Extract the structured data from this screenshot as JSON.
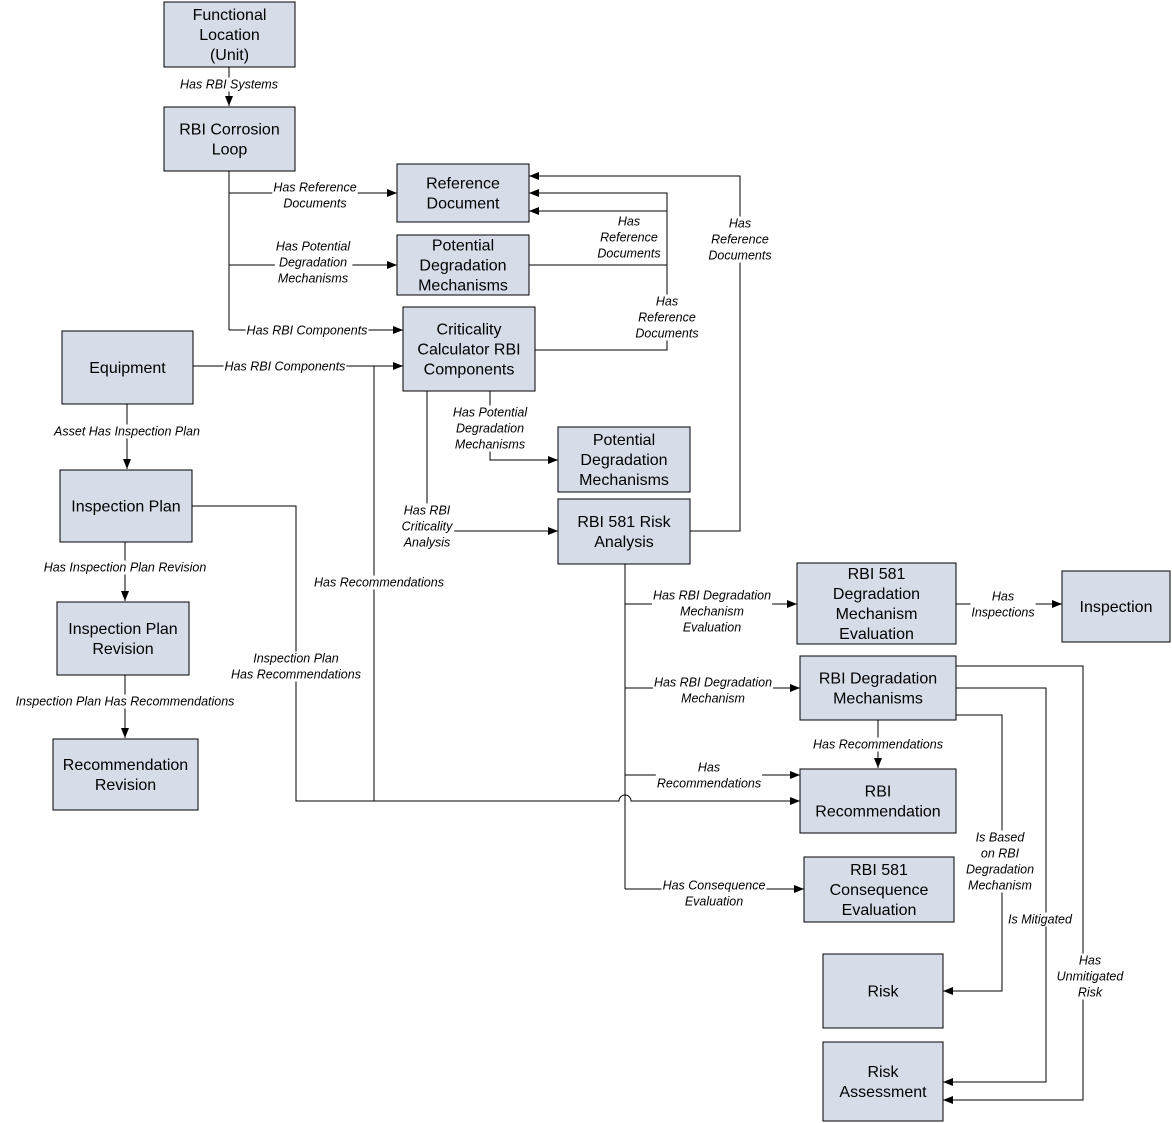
{
  "colors": {
    "box_fill": "#d6dde8",
    "stroke": "#000000",
    "background": "#ffffff"
  },
  "nodes": {
    "functional_location": {
      "lines": [
        "Functional",
        "Location",
        "(Unit)"
      ]
    },
    "rbi_corrosion_loop": {
      "lines": [
        "RBI Corrosion",
        "Loop"
      ]
    },
    "reference_document": {
      "lines": [
        "Reference",
        "Document"
      ]
    },
    "potential_degradation_mechanisms_1": {
      "lines": [
        "Potential",
        "Degradation",
        "Mechanisms"
      ]
    },
    "criticality_calculator": {
      "lines": [
        "Criticality",
        "Calculator RBI",
        "Components"
      ]
    },
    "equipment": {
      "lines": [
        "Equipment"
      ]
    },
    "potential_degradation_mechanisms_2": {
      "lines": [
        "Potential",
        "Degradation",
        "Mechanisms"
      ]
    },
    "inspection_plan": {
      "lines": [
        "Inspection Plan"
      ]
    },
    "rbi_581_risk_analysis": {
      "lines": [
        "RBI 581 Risk",
        "Analysis"
      ]
    },
    "inspection_plan_revision": {
      "lines": [
        "Inspection Plan",
        "Revision"
      ]
    },
    "rbi_581_dm_evaluation": {
      "lines": [
        "RBI 581",
        "Degradation",
        "Mechanism",
        "Evaluation"
      ]
    },
    "inspection": {
      "lines": [
        "Inspection"
      ]
    },
    "rbi_degradation_mechanisms": {
      "lines": [
        "RBI Degradation",
        "Mechanisms"
      ]
    },
    "recommendation_revision": {
      "lines": [
        "Recommendation",
        "Revision"
      ]
    },
    "rbi_recommendation": {
      "lines": [
        "RBI",
        "Recommendation"
      ]
    },
    "rbi_581_consequence_evaluation": {
      "lines": [
        "RBI 581",
        "Consequence",
        "Evaluation"
      ]
    },
    "risk": {
      "lines": [
        "Risk"
      ]
    },
    "risk_assessment": {
      "lines": [
        "Risk",
        "Assessment"
      ]
    }
  },
  "edges": {
    "has_rbi_systems": {
      "lines": [
        "Has RBI Systems"
      ]
    },
    "loop_has_reference_documents": {
      "lines": [
        "Has Reference",
        "Documents"
      ]
    },
    "loop_has_potential_degradation_mechanisms": {
      "lines": [
        "Has Potential",
        "Degradation",
        "Mechanisms"
      ]
    },
    "loop_has_rbi_components": {
      "lines": [
        "Has RBI Components"
      ]
    },
    "equipment_has_rbi_components": {
      "lines": [
        "Has RBI Components"
      ]
    },
    "pdm_has_reference_documents": {
      "lines": [
        "Has",
        "Reference",
        "Documents"
      ]
    },
    "criticality_has_reference_documents": {
      "lines": [
        "Has",
        "Reference",
        "Documents"
      ]
    },
    "analysis_has_reference_documents": {
      "lines": [
        "Has",
        "Reference",
        "Documents"
      ]
    },
    "criticality_has_potential_degradation_mechanisms": {
      "lines": [
        "Has Potential",
        "Degradation",
        "Mechanisms"
      ]
    },
    "has_rbi_criticality_analysis": {
      "lines": [
        "Has RBI",
        "Criticality",
        "Analysis"
      ]
    },
    "asset_has_inspection_plan": {
      "lines": [
        "Asset Has Inspection Plan"
      ]
    },
    "has_inspection_plan_revision": {
      "lines": [
        "Has Inspection Plan Revision"
      ]
    },
    "inspection_plan_has_recommendations_rev": {
      "lines": [
        "Inspection Plan Has Recommendations"
      ]
    },
    "equipment_has_recommendations": {
      "lines": [
        "Has Recommendations"
      ]
    },
    "inspection_plan_has_recommendations": {
      "lines": [
        "Inspection Plan",
        "Has Recommendations"
      ]
    },
    "has_rbi_dm_evaluation": {
      "lines": [
        "Has RBI Degradation",
        "Mechanism",
        "Evaluation"
      ]
    },
    "has_inspections": {
      "lines": [
        "Has",
        "Inspections"
      ]
    },
    "has_rbi_degradation_mechanism": {
      "lines": [
        "Has RBI Degradation",
        "Mechanism"
      ]
    },
    "dm_has_recommendations": {
      "lines": [
        "Has Recommendations"
      ]
    },
    "analysis_has_recommendations": {
      "lines": [
        "Has",
        "Recommendations"
      ]
    },
    "has_consequence_evaluation": {
      "lines": [
        "Has Consequence",
        "Evaluation"
      ]
    },
    "is_based_on_rbi_dm": {
      "lines": [
        "Is Based",
        "on RBI",
        "Degradation",
        "Mechanism"
      ]
    },
    "is_mitigated": {
      "lines": [
        "Is Mitigated"
      ]
    },
    "has_unmitigated_risk": {
      "lines": [
        "Has",
        "Unmitigated",
        "Risk"
      ]
    }
  }
}
